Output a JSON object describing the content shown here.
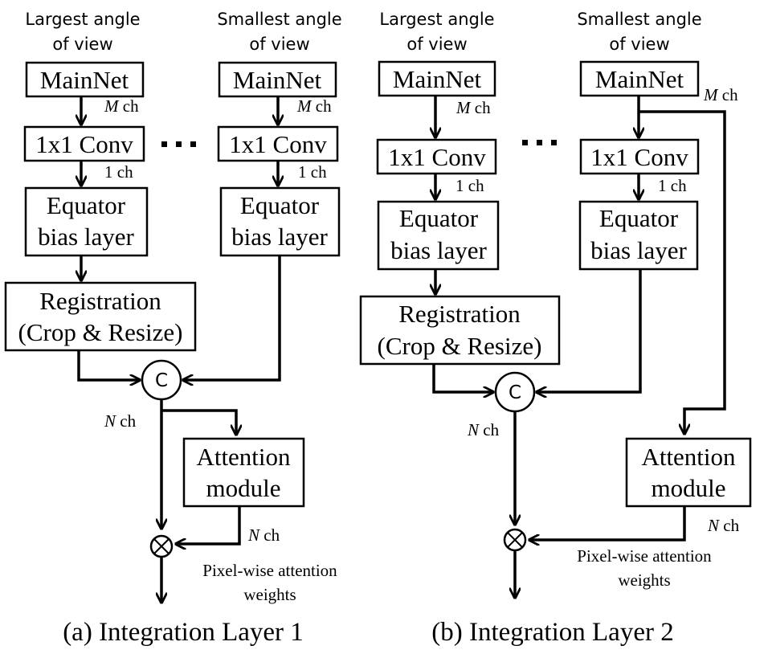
{
  "panel_a": {
    "header_left_line1": "Largest angle",
    "header_left_line2": "of view",
    "header_right_line1": "Smallest angle",
    "header_right_line2": "of view",
    "mainnet": "MainNet",
    "conv": "1x1 Conv",
    "equator_line1": "Equator",
    "equator_line2": "bias layer",
    "registration_line1": "Registration",
    "registration_line2": "(Crop & Resize)",
    "concat": "C",
    "attention_line1": "Attention",
    "attention_line2": "module",
    "weights_line1": "Pixel-wise attention",
    "weights_line2": "weights",
    "m_var": "M",
    "n_var": "N",
    "ch": "ch",
    "one_ch": "1 ch",
    "caption": "(a) Integration Layer 1"
  },
  "panel_b": {
    "header_left_line1": "Largest angle",
    "header_left_line2": "of view",
    "header_right_line1": "Smallest angle",
    "header_right_line2": "of view",
    "mainnet": "MainNet",
    "conv": "1x1 Conv",
    "equator_line1": "Equator",
    "equator_line2": "bias layer",
    "registration_line1": "Registration",
    "registration_line2": "(Crop & Resize)",
    "concat": "C",
    "attention_line1": "Attention",
    "attention_line2": "module",
    "weights_line1": "Pixel-wise attention",
    "weights_line2": "weights",
    "m_var": "M",
    "n_var": "N",
    "ch": "ch",
    "one_ch": "1 ch",
    "caption": "(b) Integration Layer 2"
  }
}
